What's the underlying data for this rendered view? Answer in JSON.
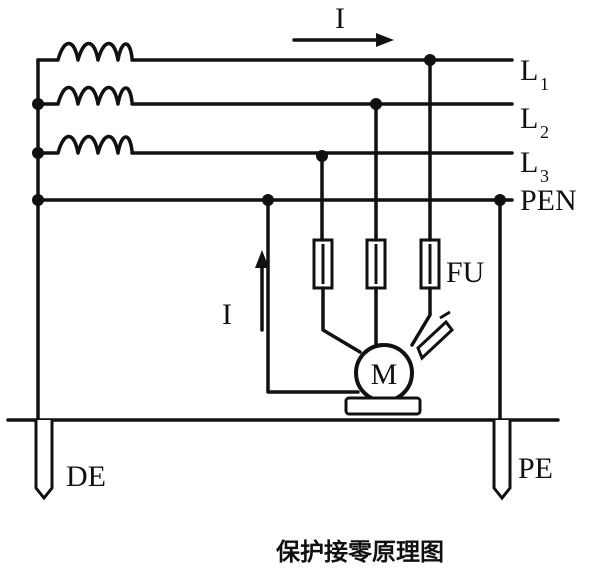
{
  "labels": {
    "current_top": "I",
    "current_side": "I",
    "line1": "L",
    "line1_sub": "1",
    "line2": "L",
    "line2_sub": "2",
    "line3": "L",
    "line3_sub": "3",
    "pen": "PEN",
    "fuse": "FU",
    "motor": "M",
    "de": "DE",
    "pe": "PE"
  },
  "caption": "保护接零原理图",
  "colors": {
    "ink": "#111111",
    "background": "#ffffff"
  }
}
